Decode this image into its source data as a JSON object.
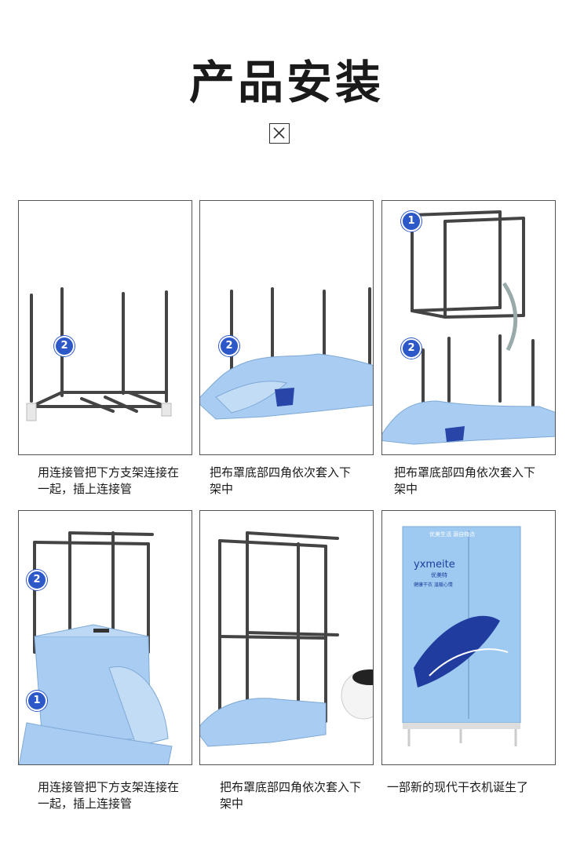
{
  "page": {
    "title": "产品安装"
  },
  "steps": [
    {
      "badges": [
        "2"
      ],
      "caption": "用连接管把下方支架连接在一起，插上连接管"
    },
    {
      "badges": [
        "2"
      ],
      "caption": "把布罩底部四角依次套入下架中"
    },
    {
      "badges": [
        "1",
        "2"
      ],
      "caption": "把布罩底部四角依次套入下架中"
    },
    {
      "badges": [
        "2",
        "1"
      ],
      "caption": "用连接管把下方支架连接在一起，插上连接管"
    },
    {
      "badges": [],
      "caption": "把布罩底部四角依次套入下架中"
    },
    {
      "badges": [],
      "caption": "一部新的现代干衣机诞生了",
      "brand": "yxmeite",
      "brand_cn": "优美特",
      "slogan_top": "优美生活  源自特点",
      "slogan_mid": "健康干衣  温暖心情"
    }
  ],
  "colors": {
    "cover": "#a9cdf2",
    "frame": "#444444",
    "badge": "#2d58c8",
    "cabinet": "#9ec9f0"
  }
}
